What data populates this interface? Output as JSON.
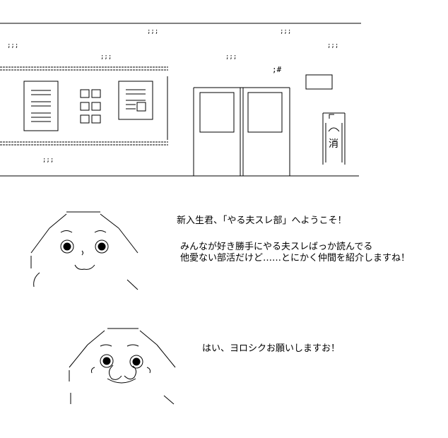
{
  "dialogue": {
    "line1": "新入生君、「やる夫スレ部」へようこそ！",
    "line2": "みんなが好き勝手にやる夫スレばっか読んでる",
    "line3": "他愛ない部活だけど……とにかく仲間を紹介しますね！",
    "reply": "はい、ヨロシクお願いしますお！"
  },
  "building": {
    "extinguisher_label": "消"
  },
  "icons": {
    "illustration": "ascii-school-building",
    "speaker": "ascii-round-face-character",
    "listener": "ascii-yaruo-face"
  }
}
